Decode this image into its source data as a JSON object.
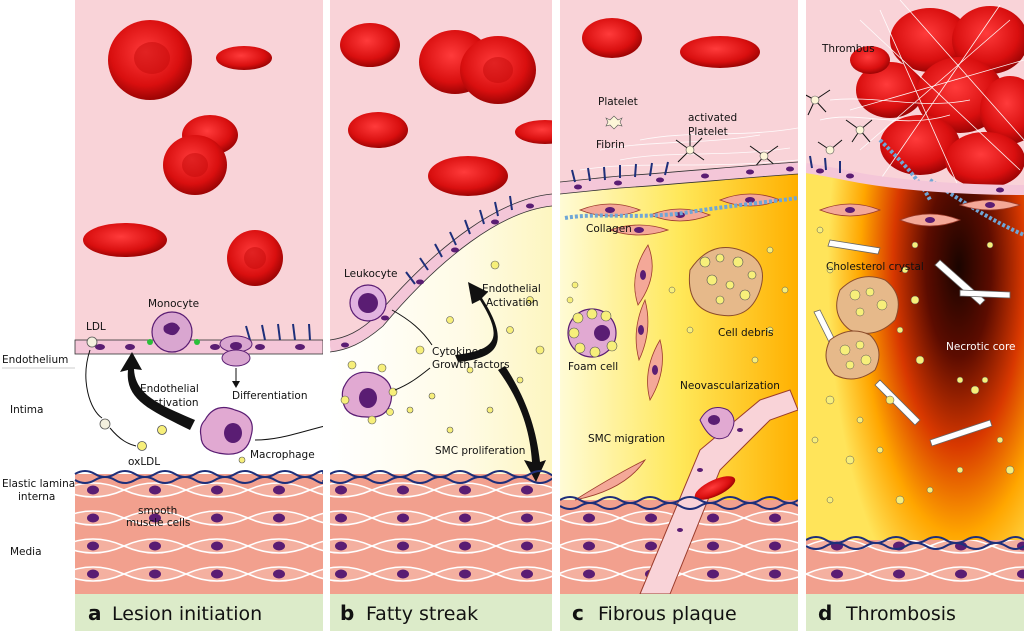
{
  "layers": {
    "endothelium": "Endothelium",
    "intima": "Intima",
    "elastic_lamina_1": "Elastic lamina",
    "elastic_lamina_2": "interna",
    "media": "Media"
  },
  "panels": [
    {
      "letter": "a",
      "title": "Lesion initiation",
      "labels": {
        "ldl": "LDL",
        "monocyte": "Monocyte",
        "endothelial_activation_1": "Endothelial",
        "endothelial_activation_2": "Activation",
        "differentiation": "Differentiation",
        "oxldl": "oxLDL",
        "macrophage": "Macrophage",
        "smooth_muscle_1": "smooth",
        "smooth_muscle_2": "muscle cells"
      }
    },
    {
      "letter": "b",
      "title": "Fatty streak",
      "labels": {
        "leukocyte": "Leukocyte",
        "endothelial_activation_1": "Endothelial",
        "endothelial_activation_2": "Activation",
        "cytokines_1": "Cytokines",
        "cytokines_2": "Growth factors",
        "smc_proliferation": "SMC proliferation"
      }
    },
    {
      "letter": "c",
      "title": "Fibrous plaque",
      "labels": {
        "platelet": "Platelet",
        "activated_platelet_1": "activated",
        "activated_platelet_2": "Platelet",
        "fibrin": "Fibrin",
        "collagen": "Collagen",
        "cell_debris": "Cell debris",
        "foam_cell": "Foam cell",
        "neovascularization": "Neovascularization",
        "smc_migration": "SMC migration"
      }
    },
    {
      "letter": "d",
      "title": "Thrombosis",
      "labels": {
        "thrombus": "Thrombus",
        "cholesterol_crystal": "Cholesterol crystal",
        "necrotic_core": "Necrotic core"
      }
    }
  ],
  "colors": {
    "lumen": "#f9d3d8",
    "rbc": "#d90f0f",
    "endothelium": "#f4c6d8",
    "nucleus": "#5a1d73",
    "intima": "#ffffff",
    "media": "#f2a08e",
    "elastic": "#1e2f7a",
    "footer": "#dcebc9",
    "lipid": "#f7ef7a",
    "core": "#2a0800"
  }
}
